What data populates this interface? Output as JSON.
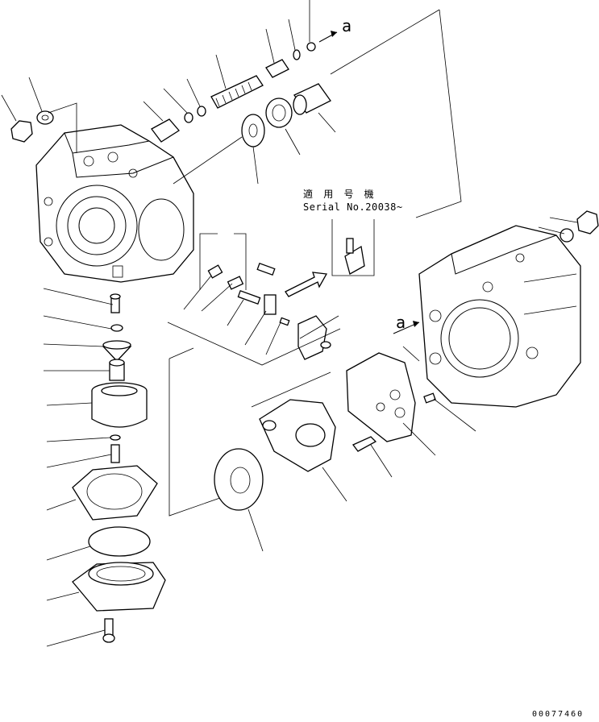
{
  "labels": {
    "serial_jp": "適 用 号 機",
    "serial_en": "Serial No.20038~",
    "ref_a_top": "a",
    "ref_a_right": "a",
    "doc_number": "00077460"
  }
}
